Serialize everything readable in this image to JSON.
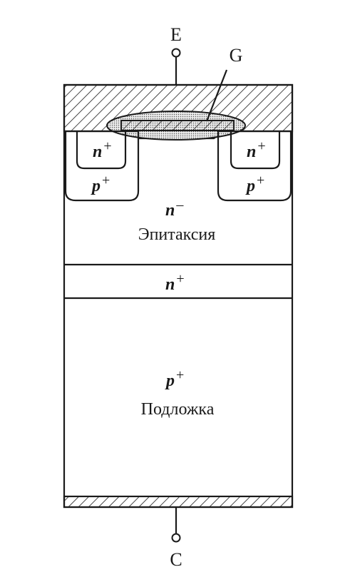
{
  "terminals": {
    "emitter": "E",
    "gate": "G",
    "collector": "C"
  },
  "regions": {
    "n_plus_left": {
      "letter": "n",
      "sign": "+"
    },
    "n_plus_right": {
      "letter": "n",
      "sign": "+"
    },
    "p_plus_left": {
      "letter": "p",
      "sign": "+"
    },
    "p_plus_right": {
      "letter": "p",
      "sign": "+"
    },
    "epitaxy": {
      "letter": "n",
      "sign": "–",
      "name": "Эпитаксия"
    },
    "buffer": {
      "letter": "n",
      "sign": "+"
    },
    "substrate": {
      "letter": "p",
      "sign": "+",
      "name": "Подложка"
    }
  },
  "colors": {
    "line": "#1a1a1a",
    "background": "#ffffff",
    "oxide_fill": "#cfcfcf"
  }
}
